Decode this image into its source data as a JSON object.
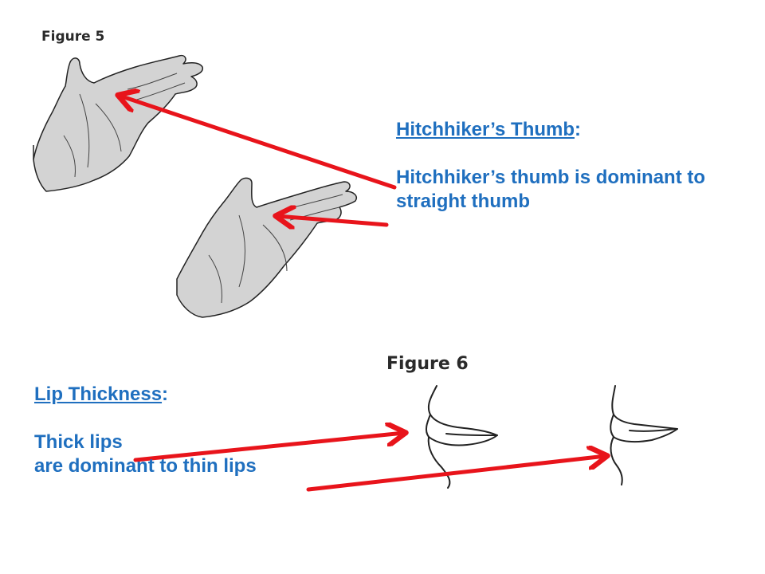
{
  "figure5": {
    "label": "Figure 5"
  },
  "figure6": {
    "label": "Figure 6"
  },
  "hitchhiker": {
    "heading": "Hitchhiker’s Thumb",
    "colon": ":",
    "line1": "Hitchhiker’s thumb is dominant to",
    "line2": "straight thumb"
  },
  "lips": {
    "heading": "Lip Thickness",
    "colon": ":",
    "line1": "Thick lips",
    "line2": "are dominant to thin lips"
  },
  "colors": {
    "text": "#1F6FBF",
    "arrow": "#E8141B",
    "hand_fill": "#D3D3D3",
    "outline": "#222222"
  },
  "icons": [
    "hand-hitchhiker-icon",
    "hand-straight-icon",
    "thick-lips-icon",
    "thin-lips-icon",
    "arrow-icon"
  ]
}
